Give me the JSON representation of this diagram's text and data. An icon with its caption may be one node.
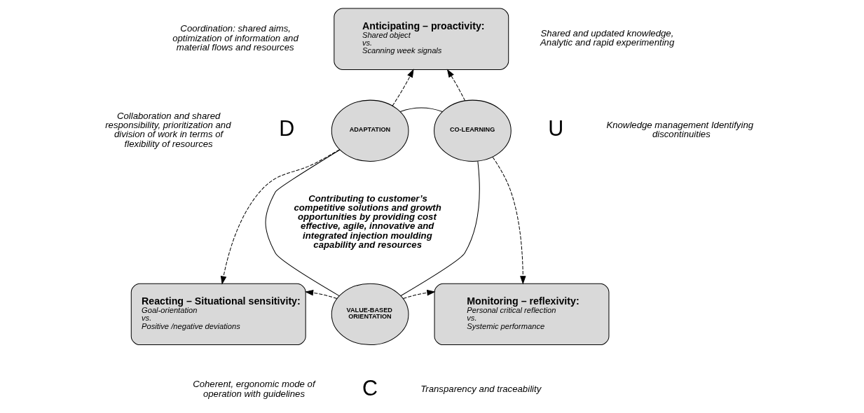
{
  "diagram": {
    "nodes": [
      {
        "text": [
          "Anticipating – proactivity:",
          "Shared object vs. Scanning week signals"
        ]
      },
      {
        "text": [
          "ADAPTATION"
        ],
        "beside": [
          "D"
        ]
      },
      {
        "text": [
          "CO-LEARNING"
        ],
        "beside": [
          "U"
        ]
      },
      {
        "text": [
          "Reacting – Situational sensitivity:",
          "Goal-orientation vs. Positive /negative deviations"
        ]
      },
      {
        "text": [
          "VALUE-BASED ORIENTATION"
        ],
        "beside": [
          "C"
        ]
      },
      {
        "text": [
          "Monitoring – reflexivity:",
          "Personal critical reflection vs. Systemic performance"
        ]
      }
    ],
    "edges": [
      {
        "from": 1,
        "to": 0,
        "arrow": "to",
        "style": "dashed"
      },
      {
        "from": 2,
        "to": 0,
        "arrow": "to",
        "style": "dashed"
      },
      {
        "from": 1,
        "to": 2,
        "arrow": "none"
      },
      {
        "from": 1,
        "to": 3,
        "arrow": "to",
        "style": "dashed"
      },
      {
        "from": 2,
        "to": 5,
        "arrow": "to",
        "style": "dashed"
      },
      {
        "from": 1,
        "to": 4,
        "arrow": "none"
      },
      {
        "from": 2,
        "to": 4,
        "arrow": "none"
      },
      {
        "from": 4,
        "to": 3,
        "arrow": "to",
        "style": "dashed"
      },
      {
        "from": 4,
        "to": 5,
        "arrow": "to",
        "style": "dashed"
      }
    ],
    "labels": [
      "Coordination: shared aims, optimization of information and material flows and resources",
      "Shared and updated knowledge, Analytic and rapid experimenting",
      "Contributing to customer’s competitive solutions and growth opportunities by providing cost effective, agile, innovative and integrated injection moulding capability and resources",
      "Collaboration and shared responsibility, prioritization and division of work in terms of flexibility of resources",
      "Knowledge management Identifying discontinuities",
      "Coherent, ergonomic mode of operation with guidelines",
      "Transparency and traceability"
    ]
  }
}
